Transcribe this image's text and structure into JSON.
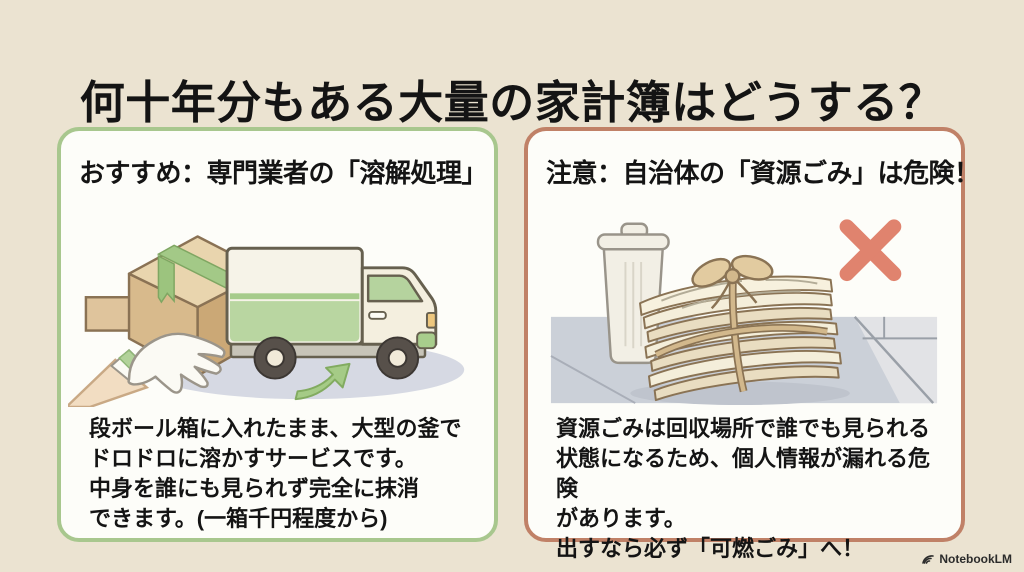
{
  "title": "何十年分もある大量の家計簿はどうする？",
  "colors": {
    "background": "#ebe3d1",
    "card_background": "#fdfdf9",
    "recommend_border_green": "#a8c78e",
    "warning_border_salmon": "#c08167",
    "x_mark_salmon": "#e0836e",
    "text": "#141414"
  },
  "cards": {
    "recommend": {
      "header": "おすすめ：専門業者の「溶解処理」",
      "illustration": "gloved-hands-passing-cardboard-box-to-delivery-truck",
      "body_lines": [
        "段ボール箱に入れたまま、大型の釜で",
        "ドロドロに溶かすサービスです。",
        "中身を誰にも見られず完全に抹消",
        "できます。(一箱千円程度から)"
      ]
    },
    "warning": {
      "header": "注意：自治体の「資源ごみ」は危険！",
      "illustration": "tied-paper-bundle-at-curbside-collection-with-x-mark",
      "body_lines": [
        "資源ごみは回収場所で誰でも見られる",
        "状態になるため、個人情報が漏れる危険",
        "があります。",
        "出すなら必ず「可燃ごみ」へ！"
      ]
    }
  },
  "footer": {
    "brand": "NotebookLM"
  }
}
